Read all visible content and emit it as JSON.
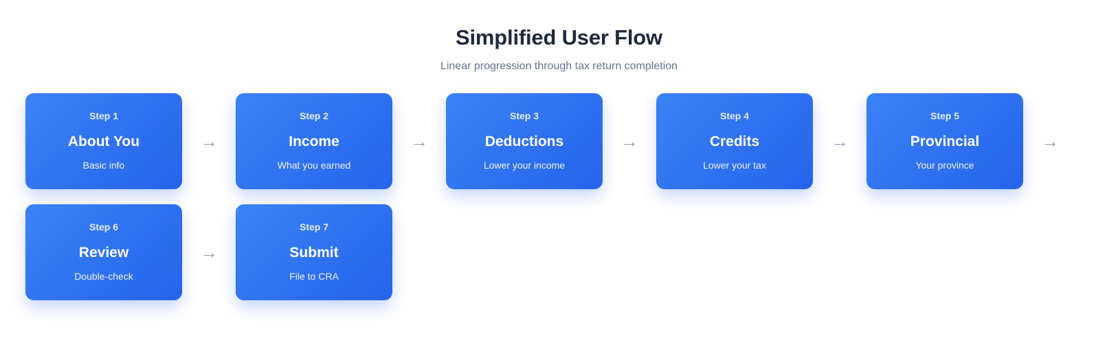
{
  "header": {
    "title": "Simplified User Flow",
    "subtitle": "Linear progression through tax return completion"
  },
  "colors": {
    "background": "#ffffff",
    "title": "#1e293b",
    "subtitle": "#64748b",
    "card_gradient_from": "#3b82f6",
    "card_gradient_to": "#2563eb",
    "arrow": "#94a3b8",
    "card_text": "#ffffff"
  },
  "flow": {
    "arrow_glyph": "→",
    "arrow_icon_name": "arrow-right-icon",
    "steps": [
      {
        "label": "Step 1",
        "title": "About You",
        "desc": "Basic info",
        "arrow_after": true
      },
      {
        "label": "Step 2",
        "title": "Income",
        "desc": "What you earned",
        "arrow_after": true
      },
      {
        "label": "Step 3",
        "title": "Deductions",
        "desc": "Lower your income",
        "arrow_after": true
      },
      {
        "label": "Step 4",
        "title": "Credits",
        "desc": "Lower your tax",
        "arrow_after": true
      },
      {
        "label": "Step 5",
        "title": "Provincial",
        "desc": "Your province",
        "arrow_after": true
      },
      {
        "label": "Step 6",
        "title": "Review",
        "desc": "Double-check",
        "arrow_after": true
      },
      {
        "label": "Step 7",
        "title": "Submit",
        "desc": "File to CRA",
        "arrow_after": false
      }
    ]
  }
}
